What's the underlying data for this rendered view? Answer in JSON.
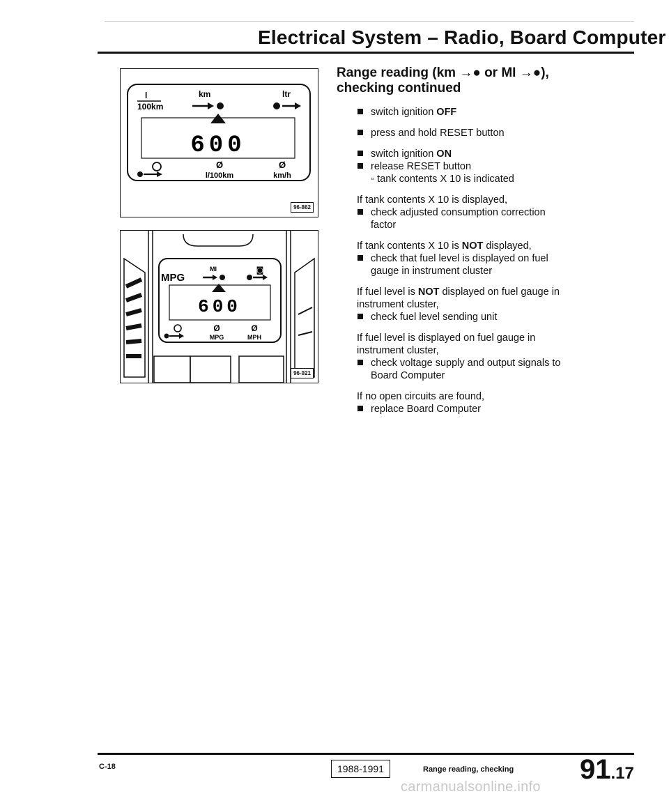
{
  "header": {
    "title": "Electrical System – Radio, Board Computer"
  },
  "figure1": {
    "top_left_top": "l",
    "top_left_bottom": "100km",
    "top_center": "km",
    "top_right": "ltr",
    "display": "600",
    "bottom_center": "l/100km",
    "bottom_right": "km/h",
    "diameter": "Ø",
    "figure_id": "96-862"
  },
  "figure2": {
    "top_left": "MPG",
    "top_center": "MI",
    "top_right_icon": "◙",
    "display": "600",
    "bottom_center": "MPG",
    "bottom_right": "MPH",
    "diameter": "Ø",
    "figure_id": "96-921"
  },
  "content": {
    "heading_line1": "Range reading (km →● or MI →●),",
    "heading_line2": "checking continued",
    "s1_text": "switch ignition ",
    "s1_bold": "OFF",
    "s2_text": "press and hold RESET button",
    "s3_text": "switch ignition ",
    "s3_bold": "ON",
    "s4_text": "release RESET button",
    "s4_result": "◦ tank contents X 10 is indicated",
    "c1_text": "If tank contents X 10 is displayed,",
    "c1_step_line1": "check adjusted consumption correction",
    "c1_step_line2": "factor",
    "c2_text_a": "If tank contents X 10 is ",
    "c2_bold": "NOT",
    "c2_text_b": " displayed,",
    "c2_step_a": "check that fuel level is displayed on fuel",
    "c2_step_b": "gauge in instrument cluster",
    "c3_text_a": "If fuel level is ",
    "c3_bold": "NOT",
    "c3_text_b": " displayed on fuel gauge in",
    "c3_text_c": "instrument cluster,",
    "c3_step": "check fuel level sending unit",
    "c4_text_a": "If fuel level is displayed on fuel gauge in",
    "c4_text_b": "instrument cluster,",
    "c4_step_a": "check voltage supply and output signals to",
    "c4_step_b": "Board Computer",
    "c5_text": "If no open circuits are found,",
    "c5_step": "replace Board Computer"
  },
  "footer": {
    "page_left": "C-18",
    "years": "1988-1991",
    "label": "Range reading, checking",
    "group": "91",
    "page": ".17",
    "watermark": "carmanualsonline.info"
  }
}
